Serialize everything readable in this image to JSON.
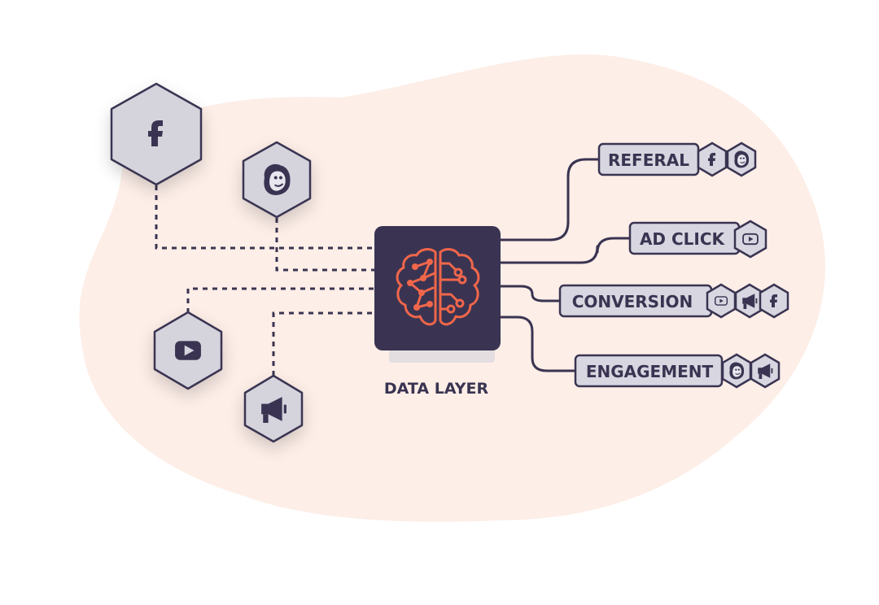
{
  "center_label": "DATA LAYER",
  "sources": [
    {
      "name": "facebook",
      "icon": "facebook-icon"
    },
    {
      "name": "mailchimp",
      "icon": "mailchimp-icon"
    },
    {
      "name": "youtube",
      "icon": "youtube-icon"
    },
    {
      "name": "megaphone",
      "icon": "megaphone-icon"
    }
  ],
  "events": [
    {
      "label": "REFERAL",
      "icons": [
        "facebook-icon",
        "mailchimp-icon"
      ]
    },
    {
      "label": "AD CLICK",
      "icons": [
        "youtube-icon"
      ]
    },
    {
      "label": "CONVERSION",
      "icons": [
        "youtube-icon",
        "megaphone-icon",
        "facebook-icon"
      ]
    },
    {
      "label": "ENGAGEMENT",
      "icons": [
        "mailchimp-icon",
        "megaphone-icon"
      ]
    }
  ],
  "colors": {
    "blob": "#fdeee7",
    "node_fill": "#d5d3dc",
    "node_stroke": "#3a3452",
    "chip_fill": "#d8d6e0",
    "dark": "#3a3452",
    "brain": "#f0664a",
    "text": "#3a3452"
  }
}
